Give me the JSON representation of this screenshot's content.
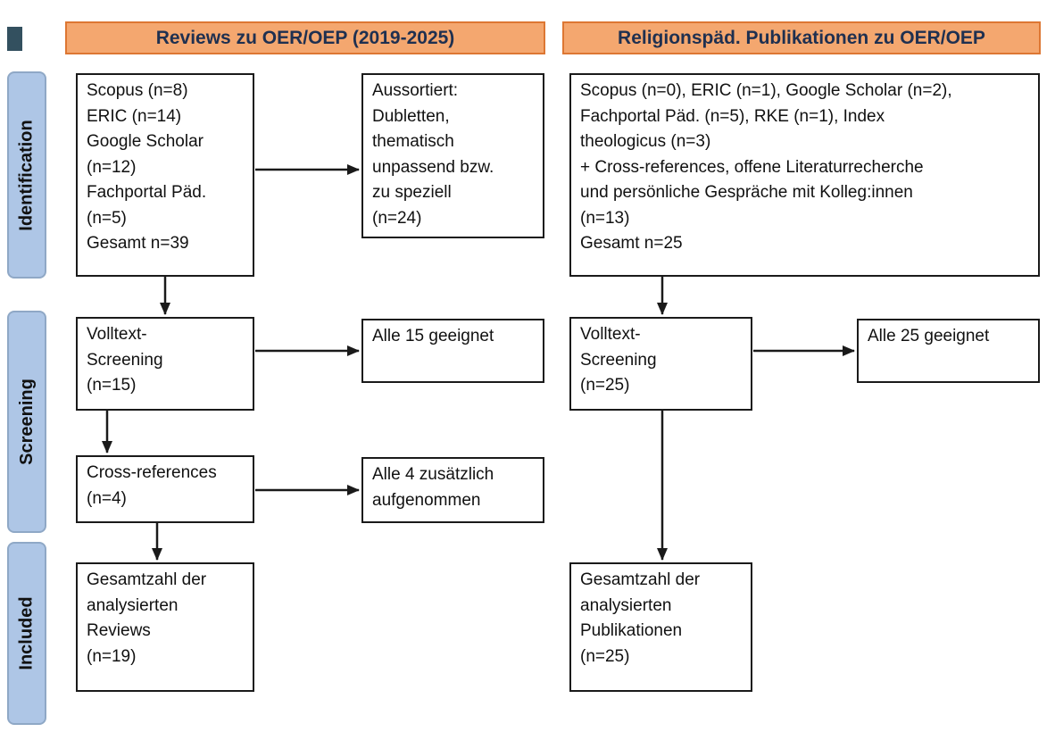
{
  "headers": {
    "left": "Reviews zu OER/OEP (2019-2025)",
    "right": "Religionspäd. Publikationen zu OER/OEP"
  },
  "stages": {
    "identification": "Identification",
    "screening": "Screening",
    "included": "Included"
  },
  "left_column": {
    "sources": "Scopus (n=8)\nERIC (n=14)\nGoogle Scholar\n(n=12)\nFachportal Päd.\n(n=5)\nGesamt n=39",
    "excluded": "Aussortiert:\nDubletten,\nthematisch\nunpassend bzw.\nzu speziell\n(n=24)",
    "fulltext": "Volltext-\nScreening\n(n=15)",
    "eligible": "Alle 15 geeignet",
    "crossref": "Cross-references\n(n=4)",
    "crossref_added": "Alle 4 zusätzlich\naufgenommen",
    "total": "Gesamtzahl der\nanalysierten\nReviews\n(n=19)"
  },
  "right_column": {
    "sources": "Scopus (n=0), ERIC (n=1), Google Scholar (n=2),\nFachportal Päd. (n=5), RKE (n=1), Index\ntheologicus (n=3)\n+ Cross-references, offene Literaturrecherche\nund persönliche Gespräche mit Kolleg:innen\n(n=13)\nGesamt n=25",
    "fulltext": "Volltext-\nScreening\n(n=25)",
    "eligible": "Alle 25 geeignet",
    "total": "Gesamtzahl der\nanalysierten\nPublikationen\n(n=25)"
  },
  "colors": {
    "header_fill": "#f4a76f",
    "header_border": "#dd7733",
    "header_text": "#1f3050",
    "stage_fill": "#aec6e6",
    "stage_border": "#8fa8c6",
    "box_border": "#1a1a1a",
    "arrow": "#1a1a1a",
    "corner_marker": "#33505f"
  }
}
